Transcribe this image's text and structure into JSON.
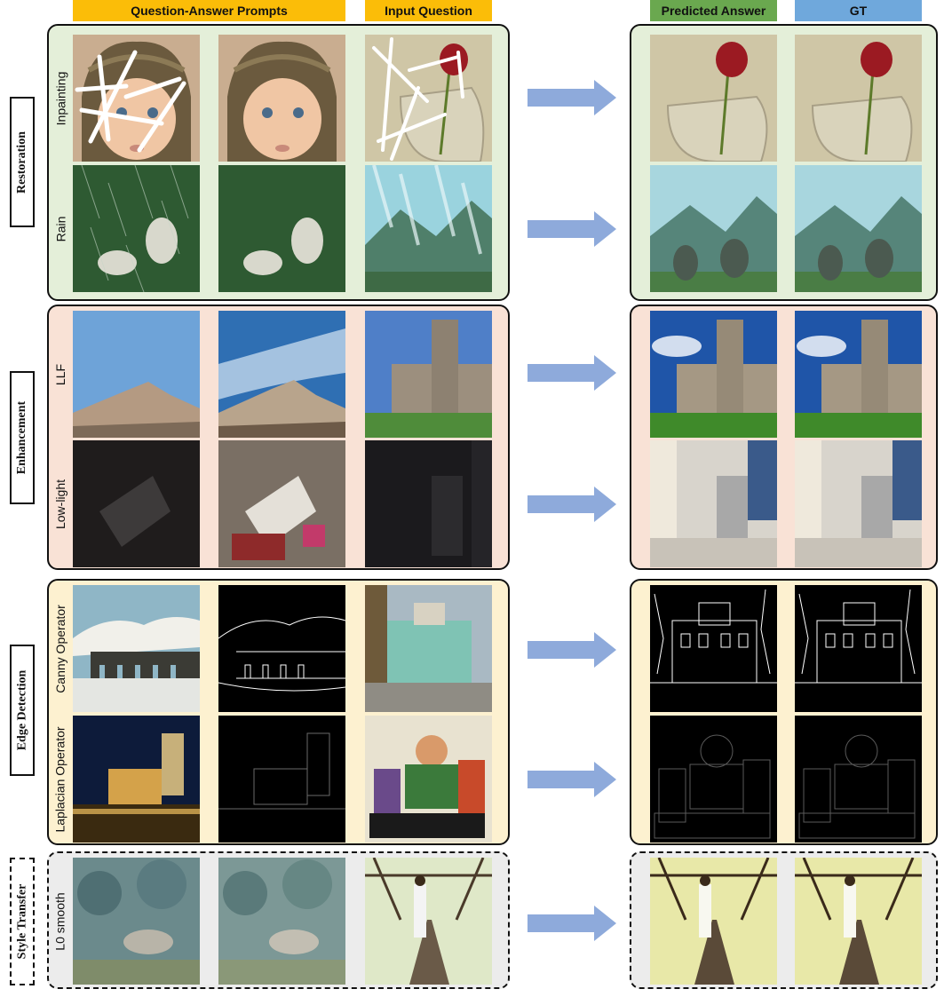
{
  "headers": {
    "qa_prompts": "Question-Answer Prompts",
    "input_question": "Input Question",
    "predicted_answer": "Predicted Answer",
    "gt": "GT"
  },
  "colors": {
    "qa_header": "#fbbd08",
    "pred_header": "#6aa84f",
    "gt_header": "#6fa8dc",
    "restoration_bg": "#e4efd9",
    "enhancement_bg": "#f9e2d6",
    "edge_bg": "#fdf1d0",
    "style_bg": "#ececec",
    "arrow": "#8eaadb"
  },
  "categories": [
    {
      "label": "Restoration",
      "rows": [
        "Inpainting",
        "Rain"
      ]
    },
    {
      "label": "Enhancement",
      "rows": [
        "LLF",
        "Low-light"
      ]
    },
    {
      "label": "Edge Detection",
      "rows": [
        "Canny Operator",
        "Laplacian Operator"
      ]
    },
    {
      "label": "Style Transfer",
      "rows": [
        "L0 smooth"
      ]
    }
  ]
}
